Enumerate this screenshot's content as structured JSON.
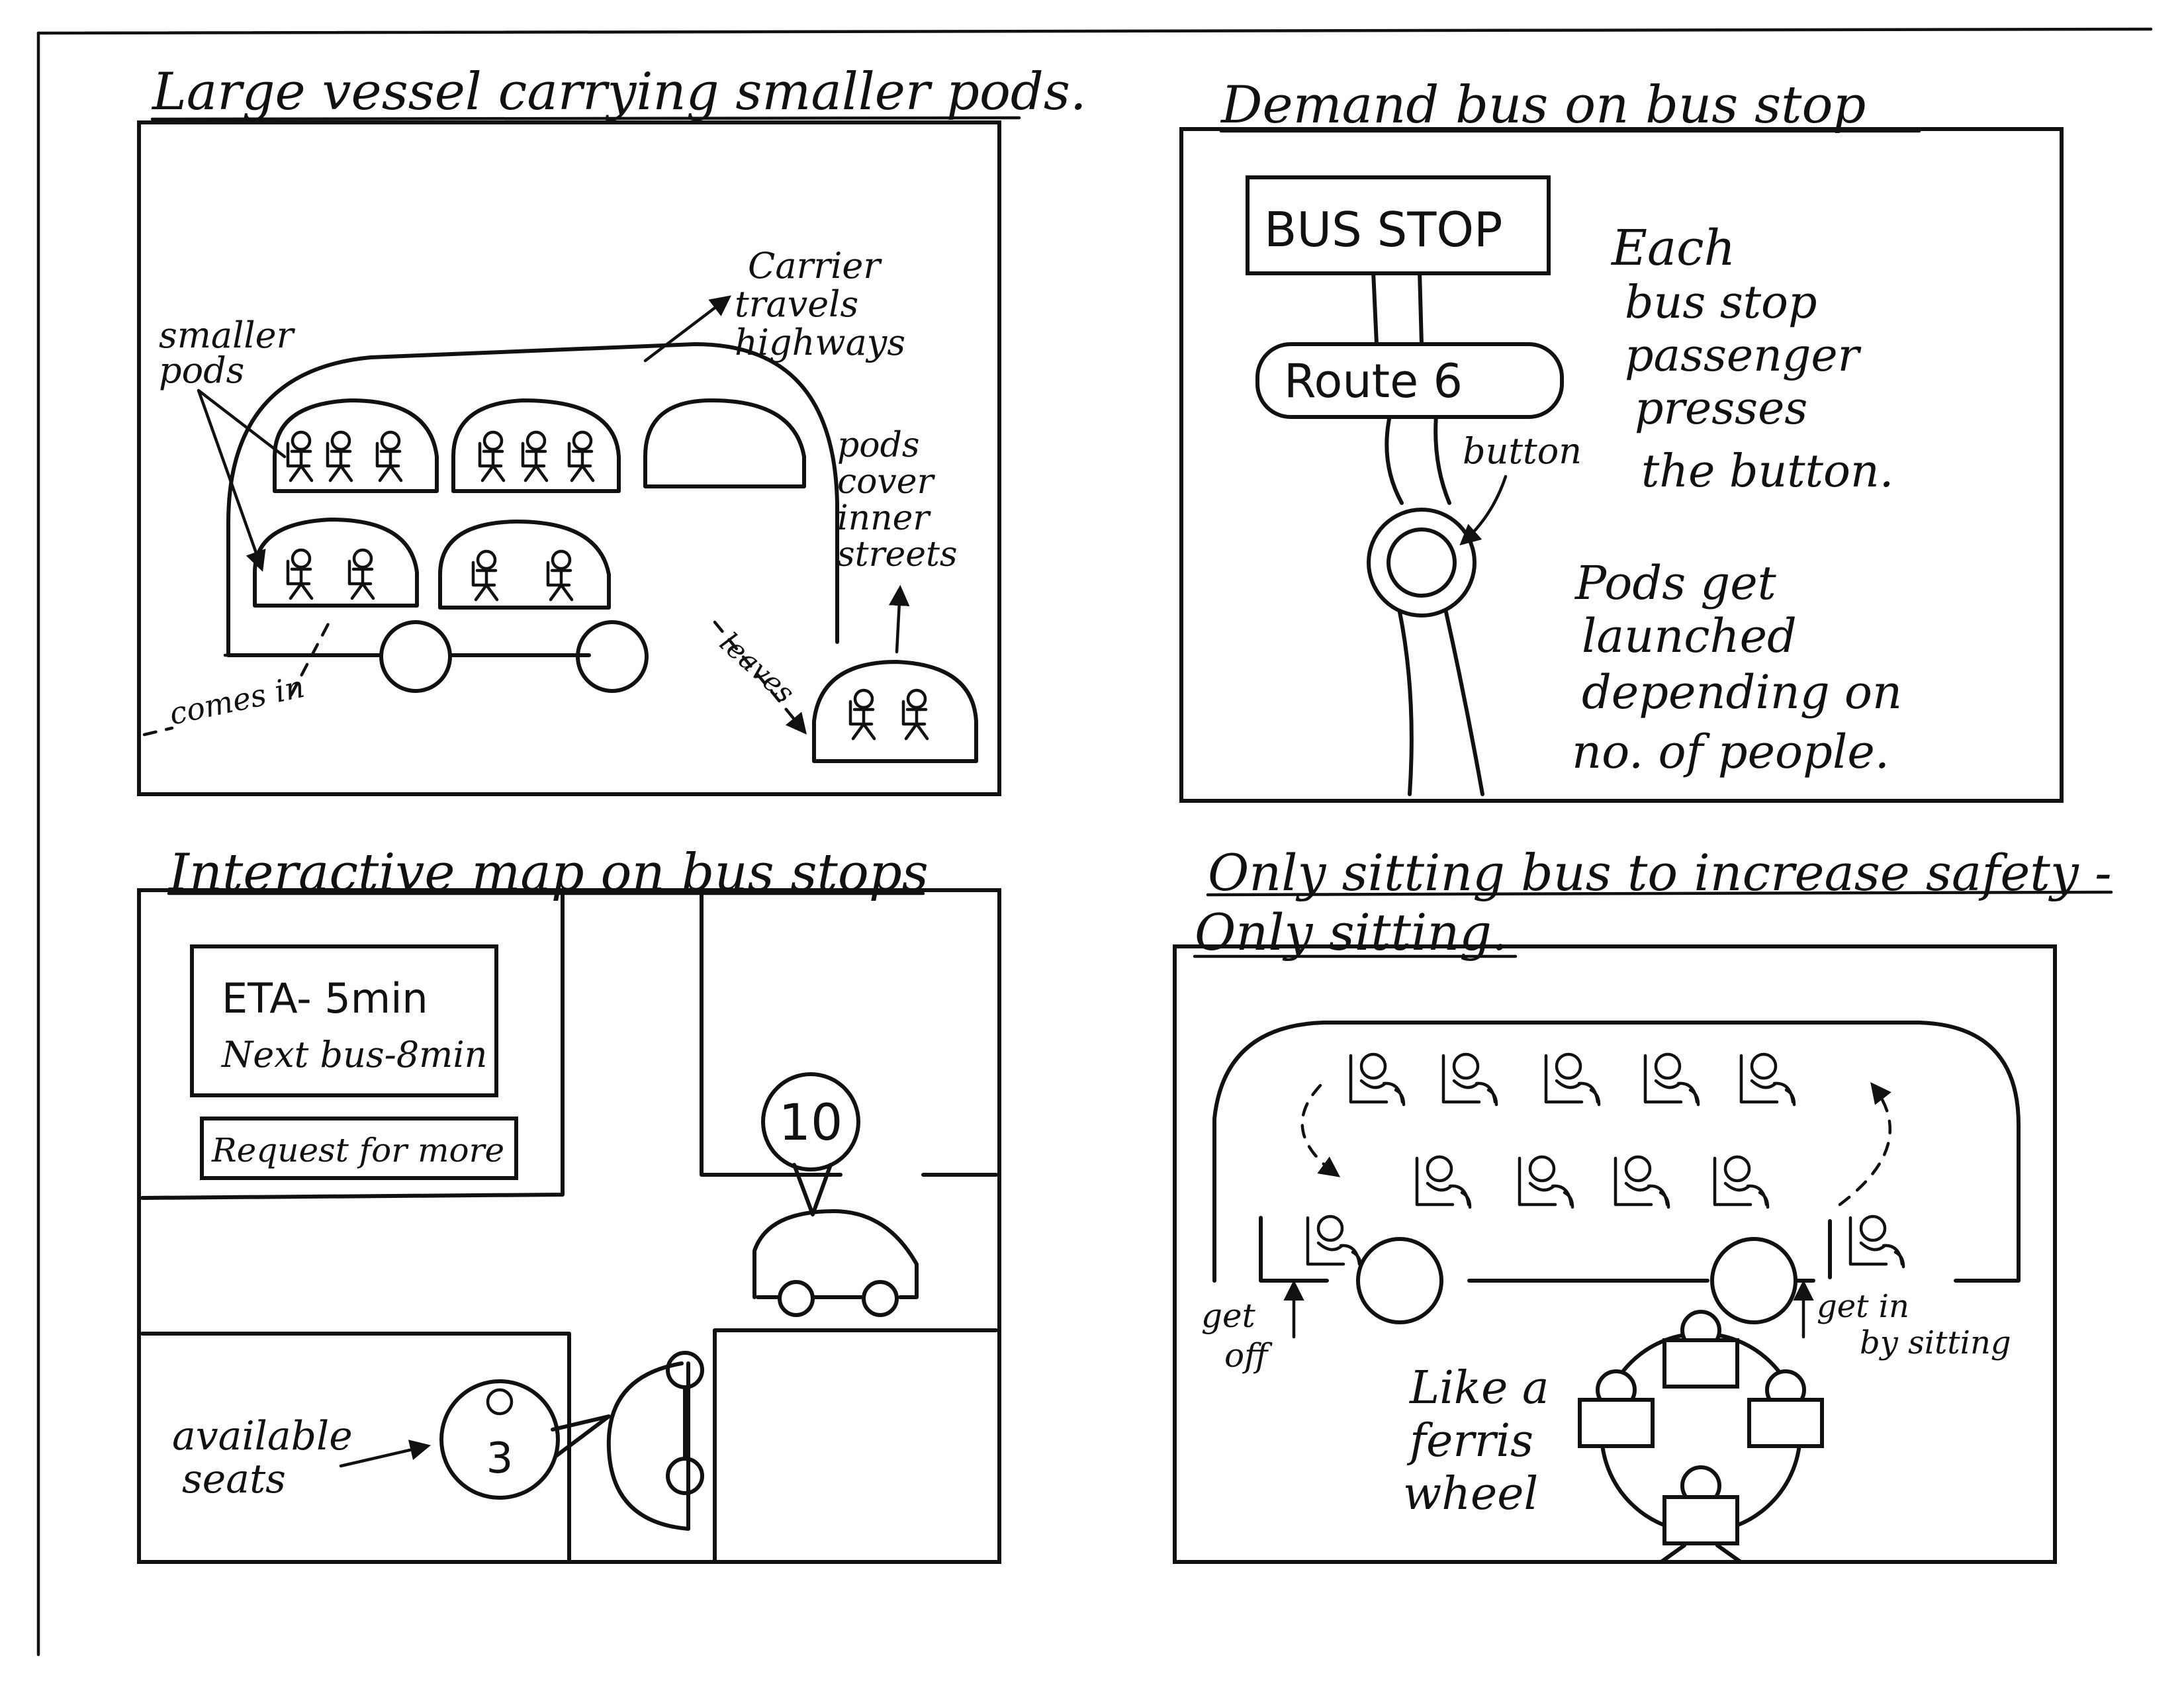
{
  "panels": {
    "pods": {
      "title": "Large vessel carrying smaller pods.",
      "labels": {
        "smaller_pods": [
          "smaller",
          "pods"
        ],
        "carrier": [
          "Carrier",
          "travels",
          "highways"
        ],
        "pods_cover": [
          "pods",
          "cover",
          "inner",
          "streets"
        ],
        "comes_in": "comes in",
        "leaves": "leaves"
      }
    },
    "demand": {
      "title": "Demand bus on bus stop",
      "sign_top": "BUS STOP",
      "sign_route": "Route 6",
      "button_label": "button",
      "note1": [
        "Each",
        "bus stop",
        "passenger",
        "presses",
        "the button."
      ],
      "note2": [
        "Pods get",
        "launched",
        "depending on",
        "no. of people."
      ]
    },
    "map": {
      "title": "Interactive map on bus stops",
      "eta_line1": "ETA- 5min",
      "eta_line2": "Next bus-8min",
      "request_button": "Request for more",
      "pin_number": "10",
      "seats_count": "3",
      "seats_label": [
        "available",
        "seats"
      ]
    },
    "sitting": {
      "title": "Only sitting bus to increase safety -",
      "subtitle": "Only sitting.",
      "get_off": [
        "get",
        "off"
      ],
      "get_in": [
        "get in",
        "by sitting"
      ],
      "ferris": [
        "Like a",
        "ferris",
        "wheel"
      ]
    }
  }
}
